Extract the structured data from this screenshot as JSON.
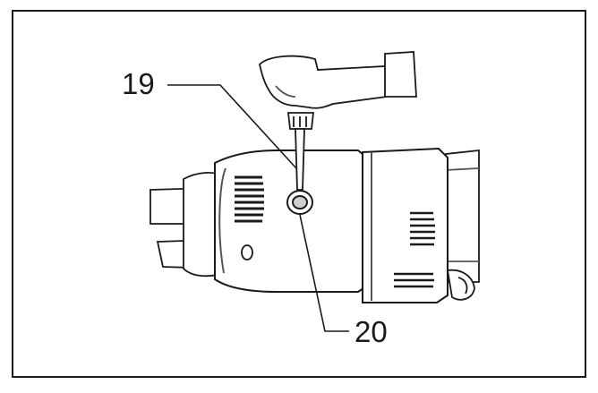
{
  "callouts": [
    {
      "id": "19",
      "text": "19"
    },
    {
      "id": "20",
      "text": "20"
    }
  ],
  "colors": {
    "line": "#1a1a1a",
    "light_line": "#555555",
    "fill": "#ffffff",
    "shade": "#cfcfcf"
  },
  "icons": [
    "screwdriver-icon",
    "brush-cap-icon",
    "vent-slots-icon"
  ]
}
